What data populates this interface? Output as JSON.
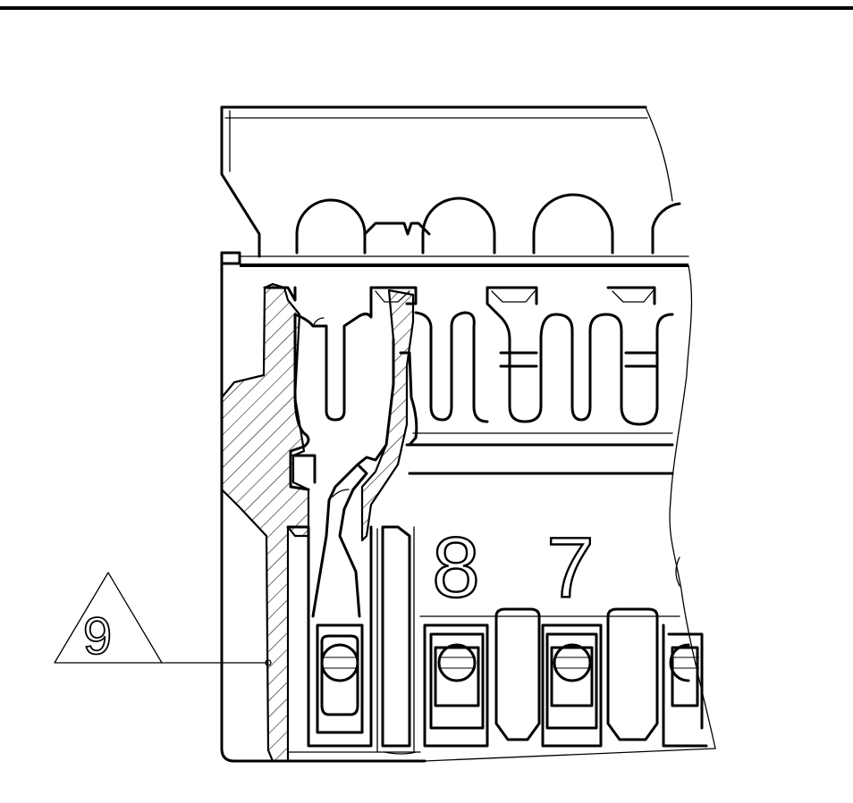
{
  "drawing": {
    "position_numbers": [
      "8",
      "7"
    ],
    "callout": {
      "label": "9"
    }
  }
}
